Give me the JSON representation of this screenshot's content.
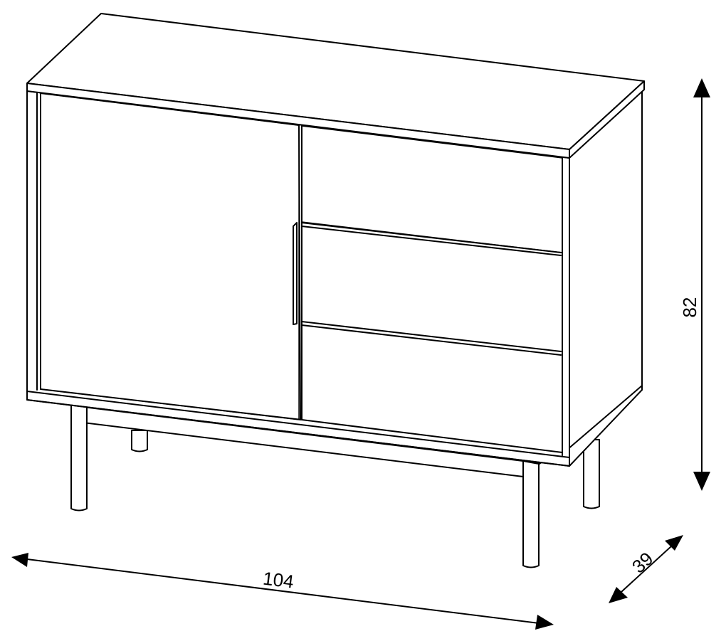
{
  "drawing": {
    "subject": "Sideboard with one door and three drawers on metal legs",
    "line_color": "#000000",
    "background": "#ffffff"
  },
  "dimensions": {
    "width": {
      "label": "104"
    },
    "height": {
      "label": "82"
    },
    "depth": {
      "label": "39"
    }
  }
}
